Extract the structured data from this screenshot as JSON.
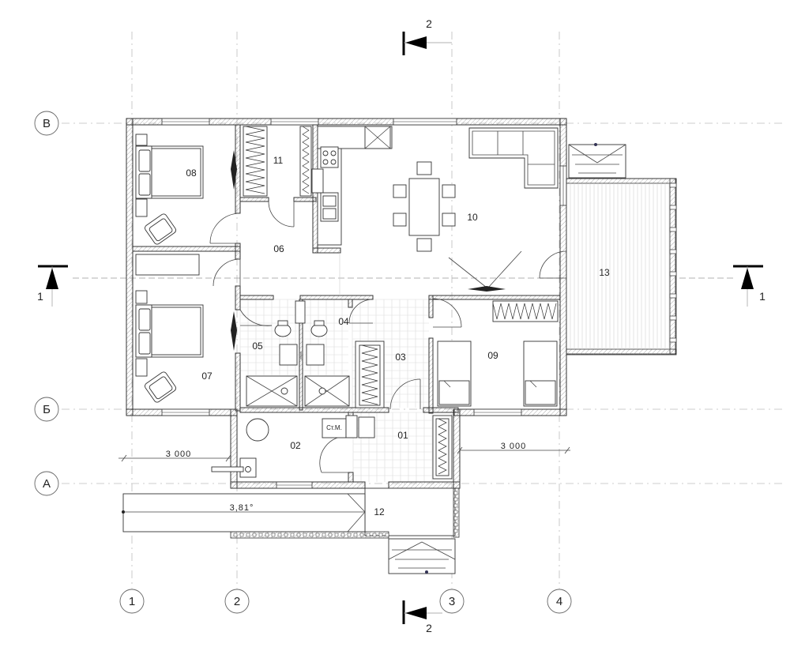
{
  "axes": {
    "columns": [
      "1",
      "2",
      "3",
      "4"
    ],
    "rows": [
      "В",
      "Б",
      "А"
    ]
  },
  "rooms": {
    "r01": "01",
    "r02": "02",
    "r03": "03",
    "r04": "04",
    "r05": "05",
    "r06": "06",
    "r07": "07",
    "r08": "08",
    "r09": "09",
    "r10": "10",
    "r11": "11",
    "r12": "12",
    "r13": "13"
  },
  "dimensions": {
    "left": "3 000",
    "right": "3 000",
    "ramp_slope": "3,81°"
  },
  "sections": {
    "s1_left": "1",
    "s1_right": "1",
    "s2_top": "2",
    "s2_bottom": "2"
  },
  "labels": {
    "washer": "Ст.М."
  },
  "colors": {
    "line": "#333333",
    "grid": "#bdbdbd",
    "background": "#ffffff"
  }
}
